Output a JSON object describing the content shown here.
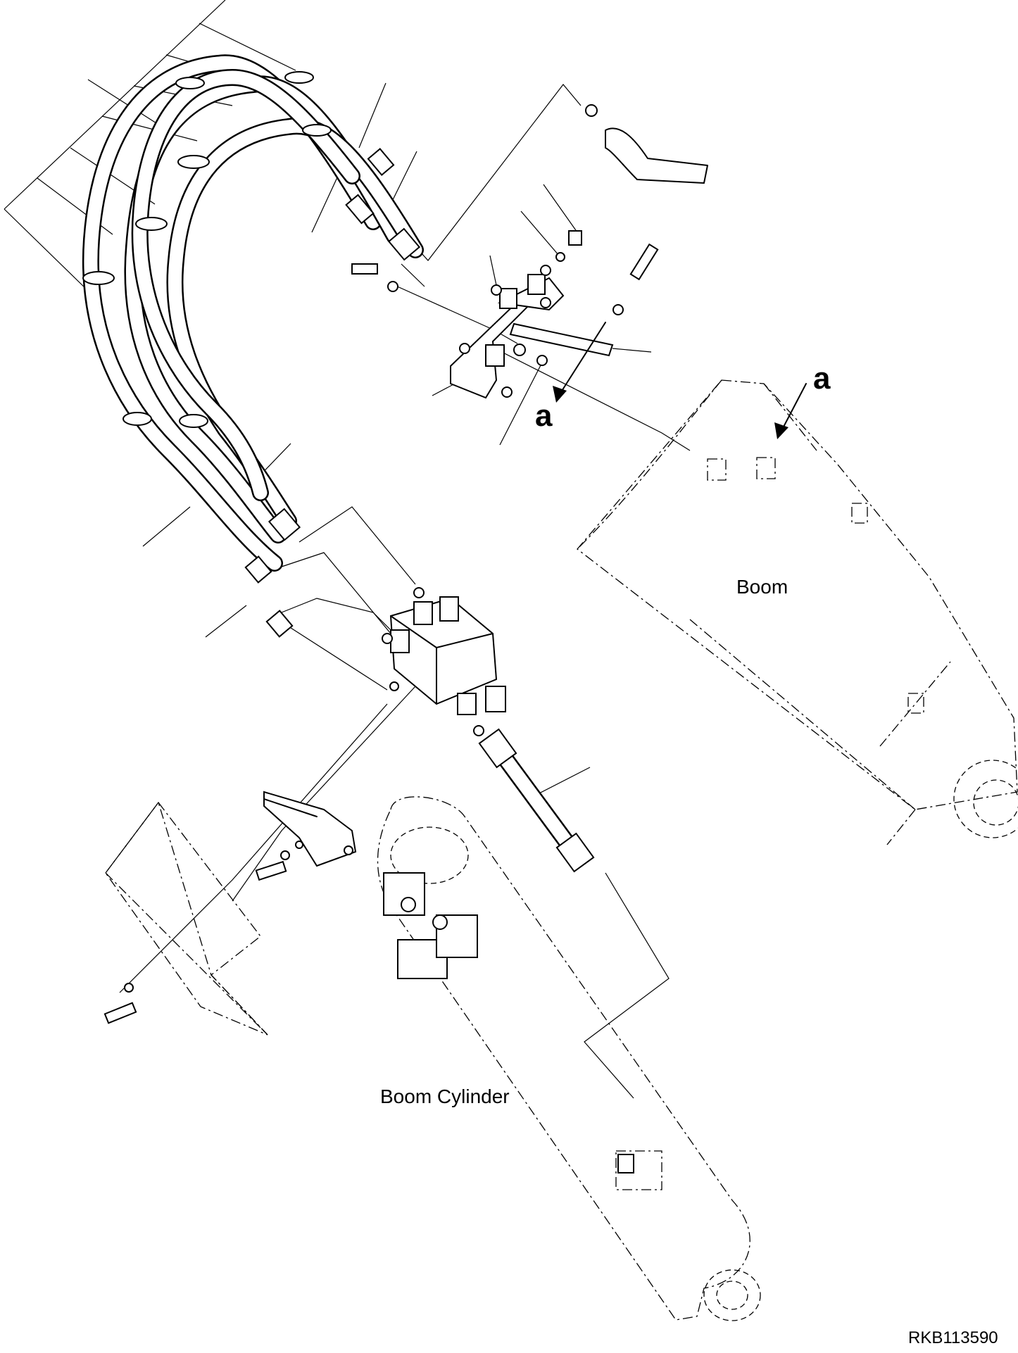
{
  "diagram": {
    "labels": {
      "boom": "Boom",
      "boom_cylinder": "Boom Cylinder",
      "view_marker_1": "a",
      "view_marker_2": "a",
      "drawing_number": "RKB113590"
    }
  }
}
